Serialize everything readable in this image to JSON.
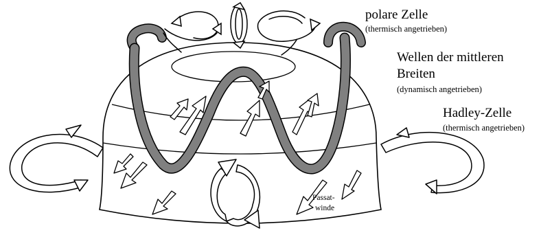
{
  "labels": {
    "polar_title": "polare Zelle",
    "polar_sub": "(thermisch angetrieben)",
    "mid_title_1": "Wellen der mittleren",
    "mid_title_2": "Breiten",
    "mid_sub": "(dynamisch angetrieben)",
    "hadley_title": "Hadley-Zelle",
    "hadley_sub": "(thermisch angetrieben)",
    "trade_1": "Passat-",
    "trade_2": "winde"
  },
  "colors": {
    "ink": "#000000",
    "band": "#808080",
    "surface": "#ffffff"
  }
}
